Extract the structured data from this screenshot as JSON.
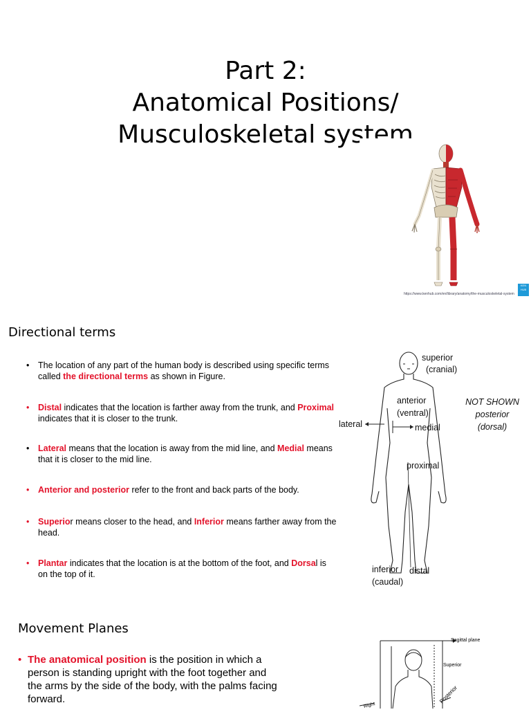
{
  "title": {
    "line1": "Part 2:",
    "line2": "Anatomical Positions/",
    "line3": "Musculoskeletal system"
  },
  "figure_credit": "https://www.kenhub.com/en/library/anatomy/the-musculoskeletal-system",
  "figure_badge": "KEN HUB",
  "directional_terms": {
    "heading": "Directional terms",
    "bullets": [
      {
        "parts": [
          "The location of any part of the human body is described using specific terms called ",
          "the directional terms",
          " as shown in Figure."
        ]
      },
      {
        "parts": [
          "Distal",
          " indicates that the location is farther away from the trunk, and ",
          "Proximal",
          " indicates that it is closer to the trunk."
        ]
      },
      {
        "parts": [
          "Lateral",
          " means that the location is away from the mid line, and ",
          "Medial",
          " means that it is closer to the mid line."
        ]
      },
      {
        "parts": [
          "Anterior and posterior",
          " refer to the front and back parts of the body."
        ]
      },
      {
        "parts": [
          "Superio",
          "r means closer to the head, and ",
          "Inferior",
          " means farther away from the head."
        ]
      },
      {
        "parts": [
          "Plantar",
          " indicates that the location is at the bottom of the foot, and ",
          "Dorsa",
          "l is on the top of it."
        ]
      }
    ],
    "diagram": {
      "superior": "superior",
      "cranial": "(cranial)",
      "anterior": "anterior",
      "ventral": "(ventral)",
      "lateral": "lateral",
      "medial": "medial",
      "proximal": "proximal",
      "inferior": "inferior",
      "distal": "distal",
      "caudal": "(caudal)",
      "not_shown": "NOT SHOWN",
      "posterior": "posterior",
      "dorsal": "(dorsal)"
    }
  },
  "movement_planes": {
    "heading": "Movement Planes",
    "bullet": {
      "highlight": "The anatomical position",
      "rest": " is the position in which a person is standing upright with the foot together and the arms by the side of the body, with the palms facing forward."
    },
    "diagram": {
      "sagittal": "Sagittal plane",
      "superior": "Superior",
      "posterior": "Posterior",
      "right": "Right"
    }
  },
  "colors": {
    "highlight": "#e3122a",
    "muscle": "#c8282e",
    "bone": "#e9e1cf"
  }
}
